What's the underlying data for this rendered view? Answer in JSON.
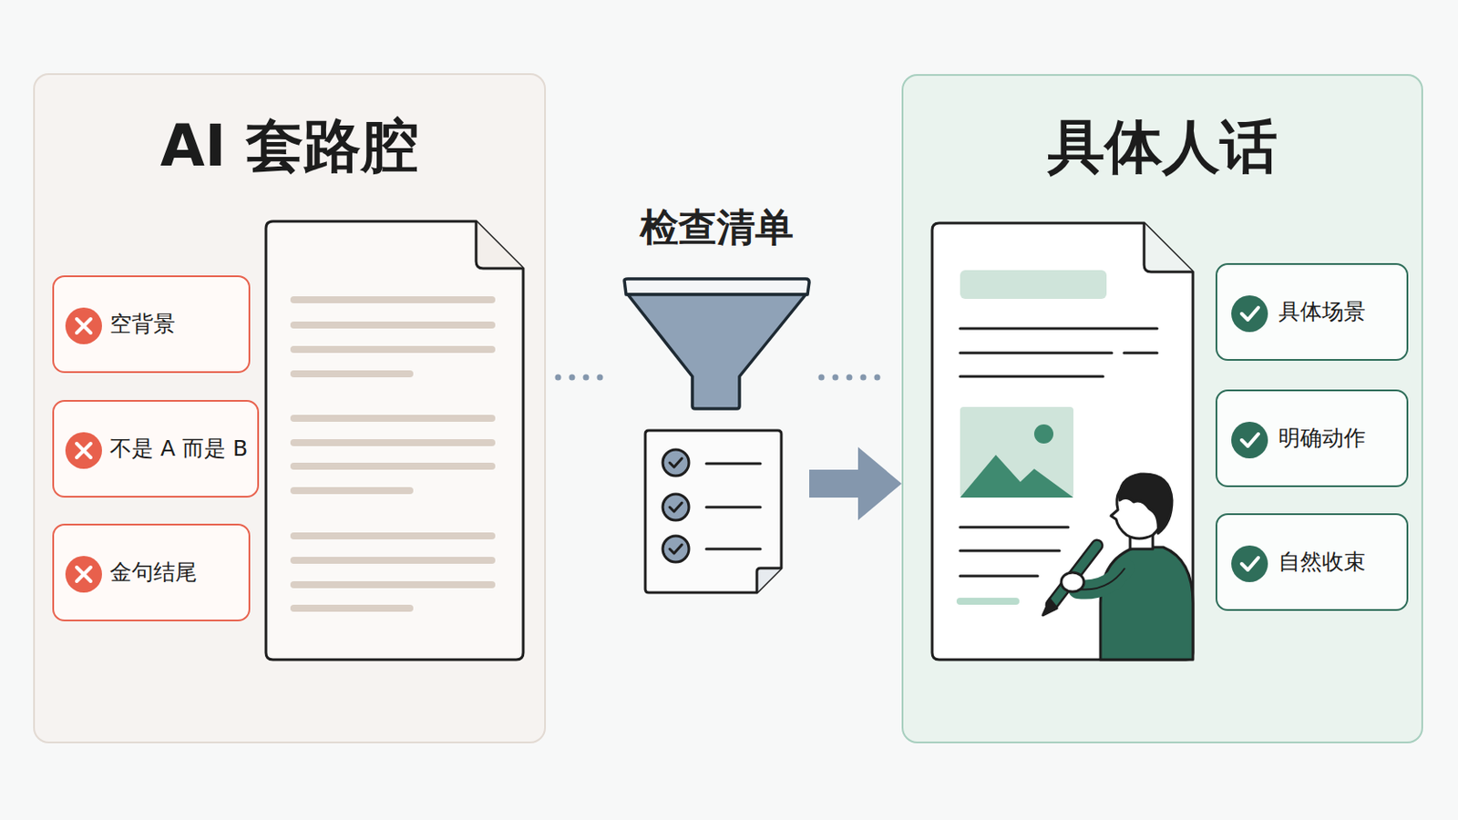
{
  "diagram": {
    "nodes": [
      {
        "text": [
          "AI 套路腔"
        ]
      },
      {
        "text": [
          "空背景"
        ],
        "in": 0
      },
      {
        "text": [
          "不是 A 而是 B"
        ],
        "in": 0
      },
      {
        "text": [
          "金句结尾"
        ],
        "in": 0
      },
      {
        "text": [
          "检查清单"
        ]
      },
      {
        "text": [
          "具体人话"
        ]
      },
      {
        "text": [
          "具体场景"
        ],
        "in": 5
      },
      {
        "text": [
          "明确动作"
        ],
        "in": 5
      },
      {
        "text": [
          "自然收束"
        ],
        "in": 5
      }
    ],
    "edges": [
      {
        "from": 0,
        "to": 4,
        "arrow": "none"
      },
      {
        "from": 4,
        "to": 5,
        "arrow": "none"
      },
      {
        "from": 4,
        "to": 5,
        "arrow": "to"
      }
    ]
  }
}
